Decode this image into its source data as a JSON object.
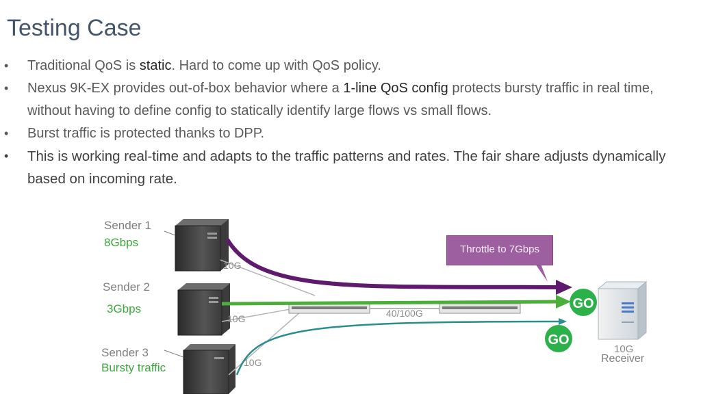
{
  "title": "Testing Case",
  "bullets": [
    {
      "pre": "Traditional QoS is ",
      "em": "static",
      "post": ". Hard to come up with QoS policy."
    },
    {
      "pre": "Nexus 9K-EX provides out-of-box behavior where a ",
      "em": "1-line QoS config",
      "post": " protects bursty traffic in real time, without having to define config to statically identify large flows vs small flows."
    },
    {
      "pre": "Burst traffic is protected thanks to DPP.",
      "em": "",
      "post": ""
    },
    {
      "pre": "This is working real-time and adapts to the traffic patterns and rates. The fair share adjusts dynamically based on incoming rate.",
      "em": "",
      "post": ""
    }
  ],
  "senders": [
    {
      "name": "Sender 1",
      "rate": "8Gbps",
      "link": "10G"
    },
    {
      "name": "Sender 2",
      "rate": "3Gbps",
      "link": "10G"
    },
    {
      "name": "Sender 3",
      "rate": "Bursty traffic",
      "link": "10G"
    }
  ],
  "uplink_label": "40/100G",
  "callout": "Throttle to 7Gbps",
  "go_label": "GO",
  "receiver": {
    "link": "10G",
    "name": "Receiver"
  },
  "colors": {
    "purple": "#5f1a6e",
    "green": "#4caf3c",
    "teal": "#2a8c8c",
    "go": "#2bb04a",
    "title": "#44546a"
  }
}
